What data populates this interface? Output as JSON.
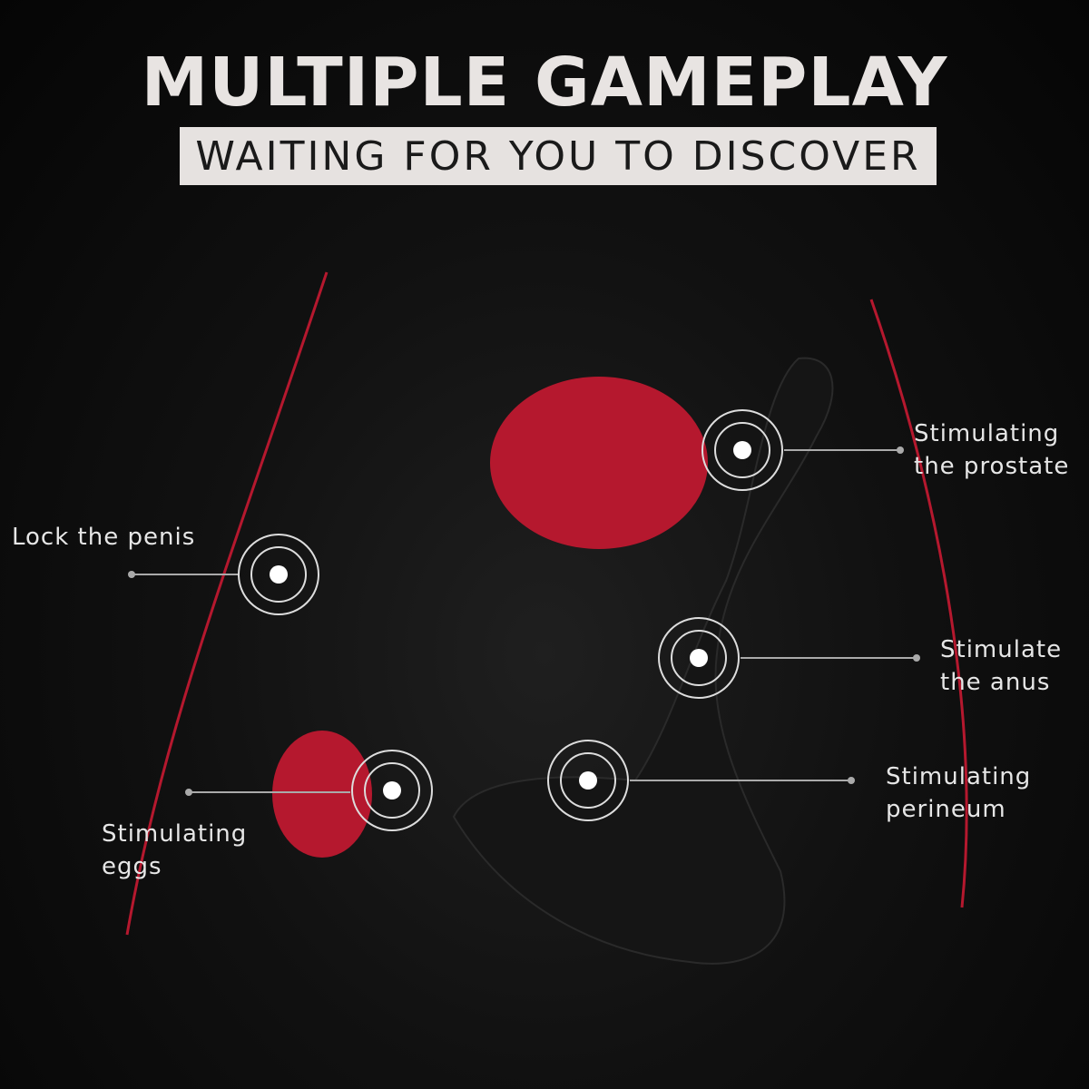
{
  "header": {
    "title": "MULTIPLE GAMEPLAY",
    "subtitle": "WAITING FOR YOU TO DISCOVER"
  },
  "colors": {
    "accent_red": "#b5182e",
    "background": "#0a0a0a",
    "title_text": "#e8e4e2",
    "subtitle_bg": "#e6e2e0"
  },
  "callouts": [
    {
      "id": "prostate",
      "line1": "Stimulating",
      "line2": "the prostate"
    },
    {
      "id": "penis",
      "line1": "Lock the penis",
      "line2": ""
    },
    {
      "id": "anus",
      "line1": "Stimulate",
      "line2": "the anus"
    },
    {
      "id": "perineum",
      "line1": "Stimulating",
      "line2": "perineum"
    },
    {
      "id": "eggs",
      "line1": "Stimulating",
      "line2": "eggs"
    }
  ]
}
